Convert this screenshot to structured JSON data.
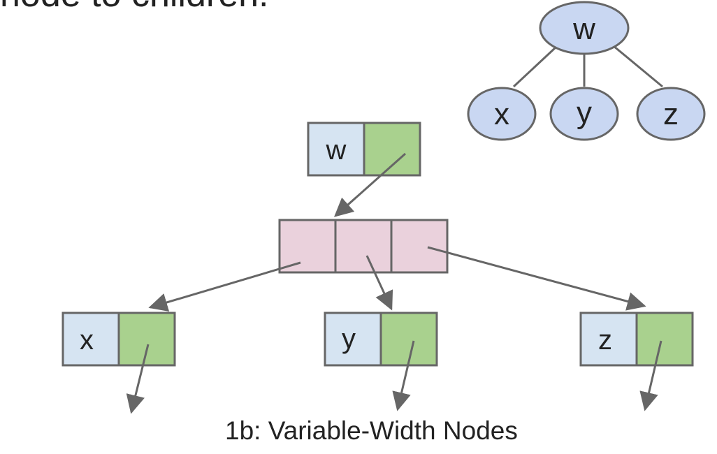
{
  "header": {
    "title": "node to children."
  },
  "caption": "1b: Variable-Width Nodes",
  "tree": {
    "root": "w",
    "children": [
      "x",
      "y",
      "z"
    ]
  },
  "structure": {
    "root_node": {
      "key": "w"
    },
    "leaf_nodes": [
      {
        "key": "x"
      },
      {
        "key": "y"
      },
      {
        "key": "z"
      }
    ]
  },
  "colors": {
    "tree_node_fill": "#c9d7f2",
    "key_cell_fill": "#d6e4f2",
    "pointer_cell_fill": "#a9d18e",
    "children_array_fill": "#ead1dc",
    "border": "#666666",
    "arrow": "#666666"
  }
}
